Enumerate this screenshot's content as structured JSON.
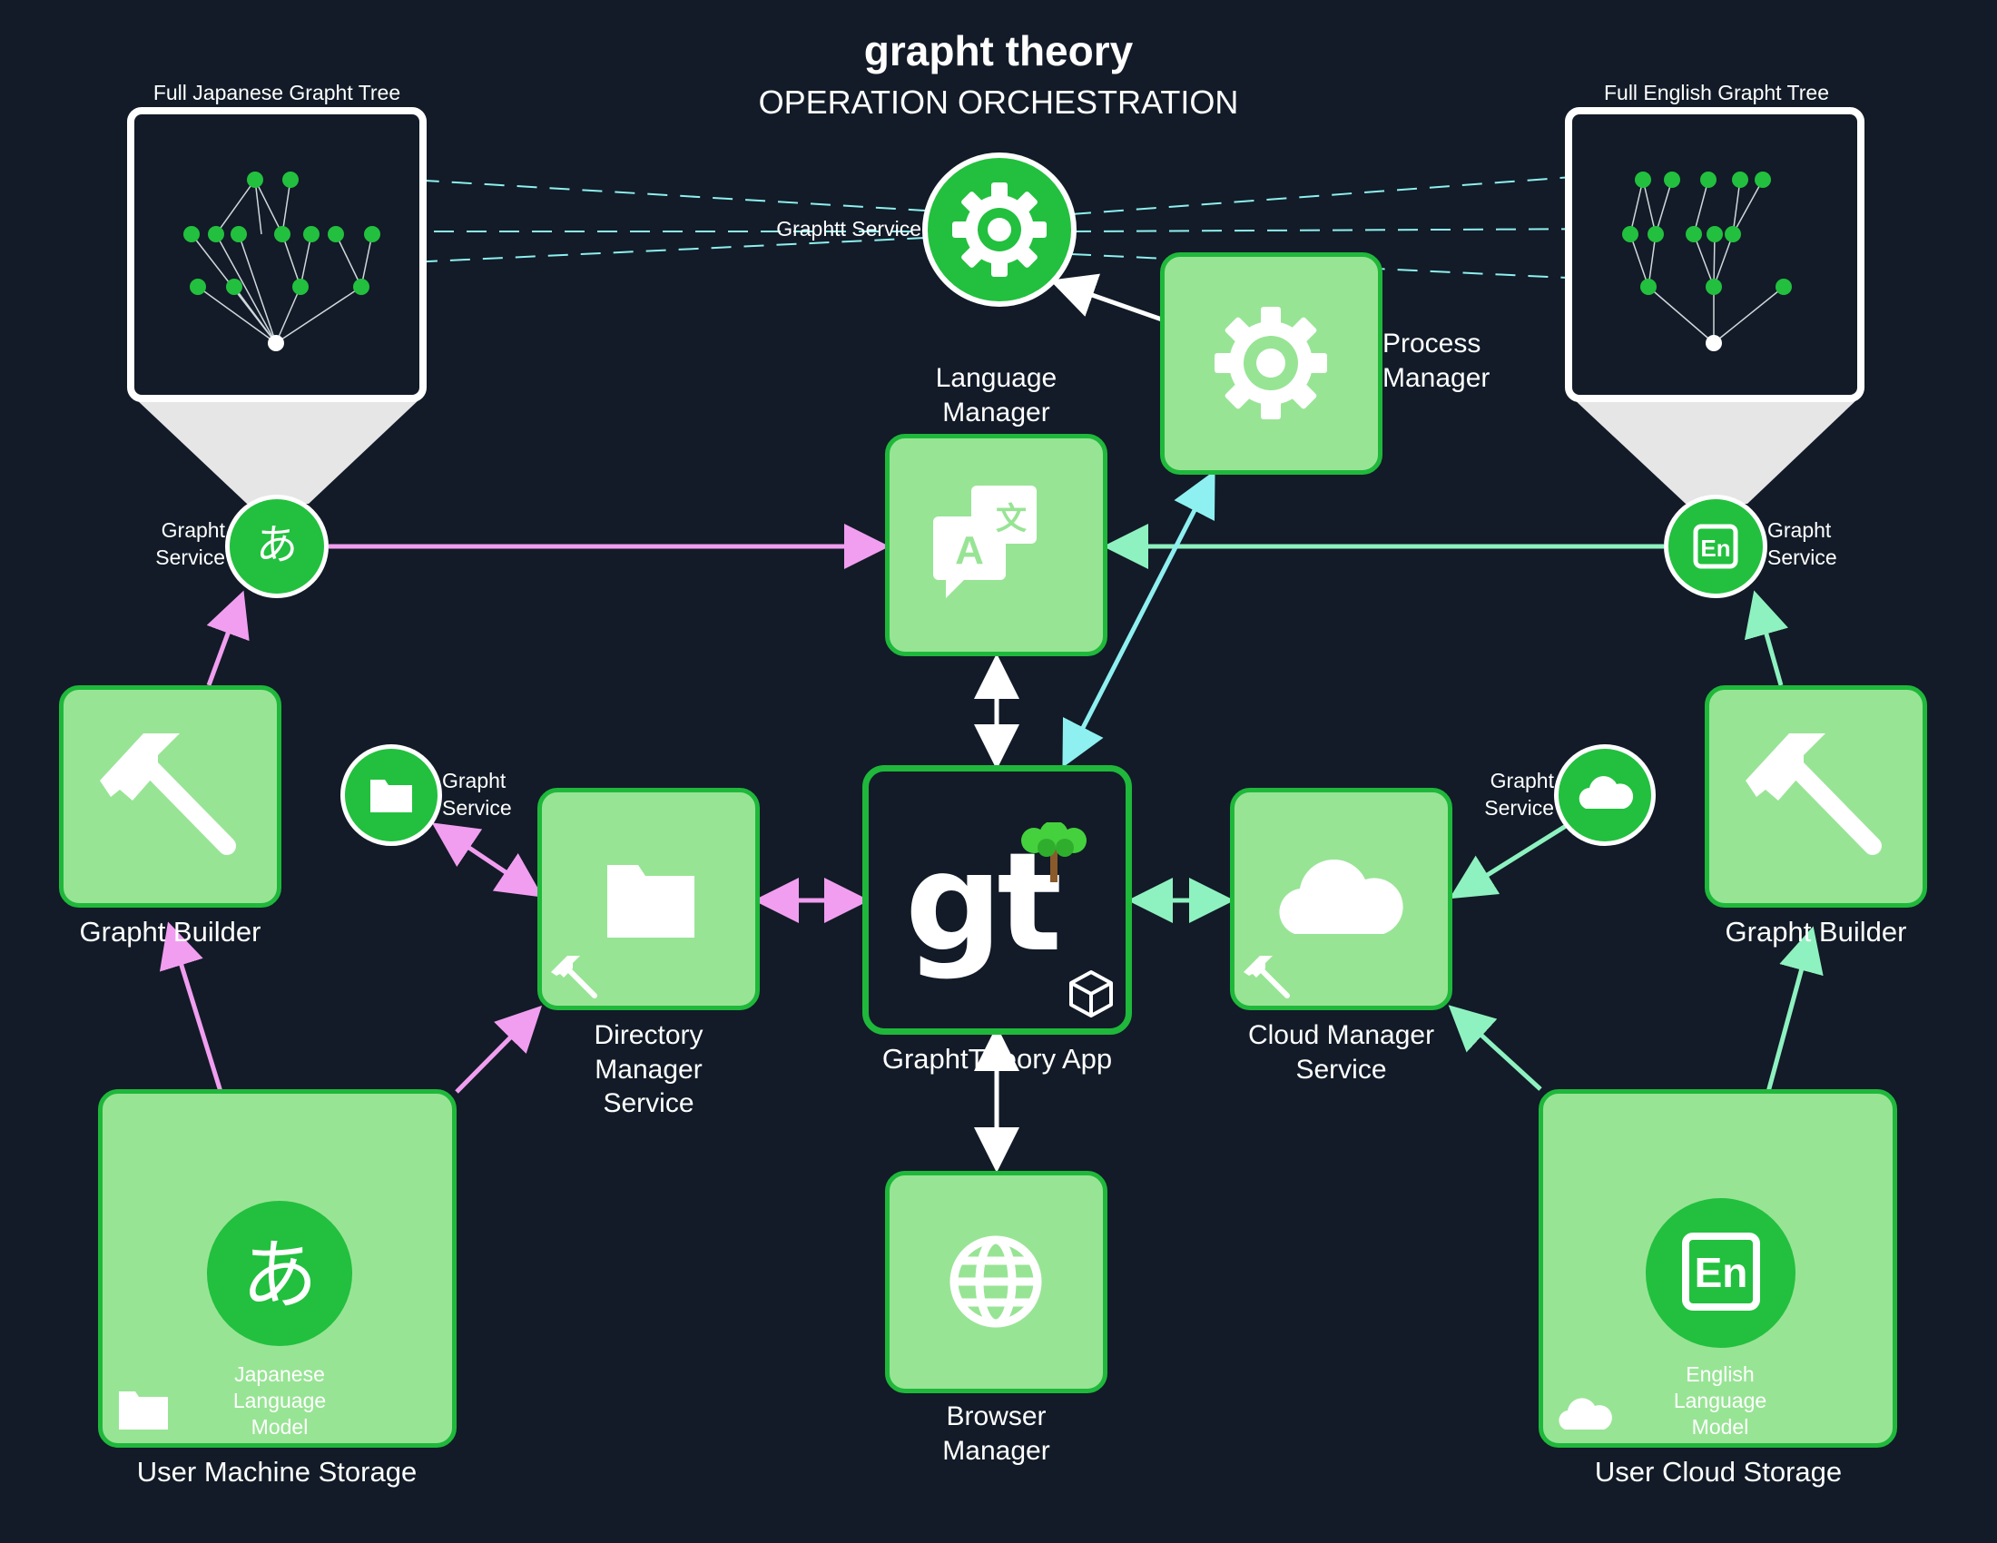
{
  "header": {
    "brand": "grapht theory",
    "subtitle": "OPERATION ORCHESTRATION"
  },
  "trees": {
    "japanese": "Full Japanese Grapht Tree",
    "english": "Full English Grapht Tree"
  },
  "nodes": {
    "graphtServiceTop": "Graphtt Service",
    "languageManager": [
      "Language",
      "Manager"
    ],
    "processManager": [
      "Process",
      "Manager"
    ],
    "graphtServiceJa": [
      "Grapht",
      "Service"
    ],
    "graphtServiceEn": [
      "Grapht",
      "Service"
    ],
    "graphtServiceFolder": [
      "Grapht",
      "Service"
    ],
    "graphtServiceCloud": [
      "Grapht",
      "Service"
    ],
    "graphtBuilderLeft": "Grapht Builder",
    "graphtBuilderRight": "Grapht Builder",
    "directoryManager": [
      "Directory",
      "Manager",
      "Service"
    ],
    "graphtheoryApp": "GraphtTheory App",
    "cloudManager": [
      "Cloud Manager",
      "Service"
    ],
    "browserManager": [
      "Browser",
      "Manager"
    ],
    "userMachineStorage": "User Machine Storage",
    "userCloudStorage": "User Cloud Storage",
    "japaneseModel": [
      "Japanese",
      "Language",
      "Model"
    ],
    "englishModel": [
      "English",
      "Language",
      "Model"
    ]
  },
  "glyphs": {
    "hiragana": "あ",
    "en": "En",
    "translateA": "A",
    "translateZh": "文",
    "appLogo": "gt"
  },
  "colors": {
    "background": "#121b27",
    "boxFill": "#98e495",
    "boxBorder": "#1fb83b",
    "circle": "#22c03e",
    "pink": "#f19ef0",
    "mint": "#8ef2c0",
    "cyan": "#8ef0f0",
    "white": "#ffffff"
  }
}
